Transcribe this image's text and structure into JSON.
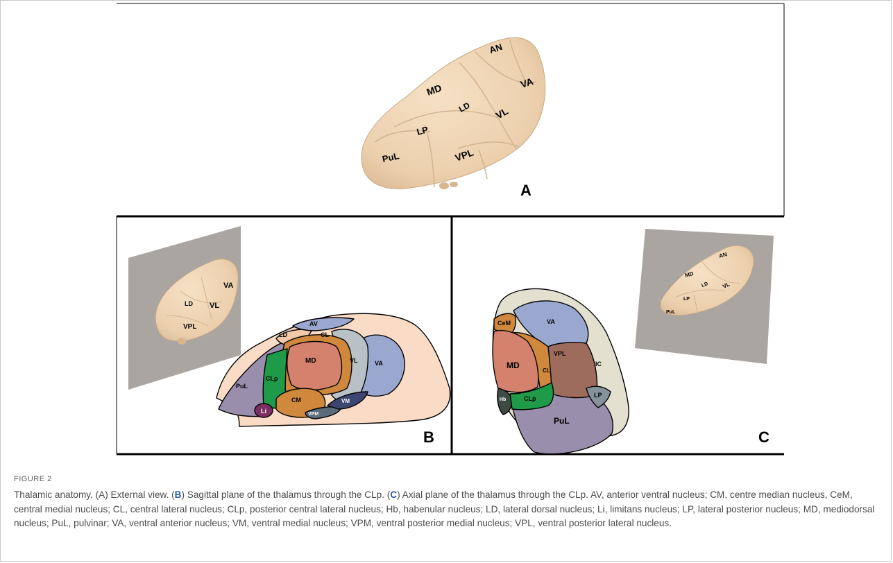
{
  "panel_a": {
    "letter": "A",
    "labels": {
      "an": "AN",
      "md": "MD",
      "va": "VA",
      "ld": "LD",
      "vl": "VL",
      "lp": "LP",
      "pul": "PuL",
      "vpl": "VPL"
    }
  },
  "panel_b": {
    "letter": "B",
    "inset_labels": {
      "ld": "LD",
      "va": "VA",
      "vl": "VL",
      "vpl": "VPL"
    },
    "labels": {
      "av": "AV",
      "ld": "LD",
      "cl": "CL",
      "md": "MD",
      "vl": "VL",
      "va": "VA",
      "pul": "PuL",
      "clp": "CLp",
      "cm": "CM",
      "vm": "VM",
      "vpm": "VPM",
      "li": "Li"
    }
  },
  "panel_c": {
    "letter": "C",
    "inset_labels": {
      "an": "AN",
      "md": "MD",
      "ld": "LD",
      "vl": "VL",
      "lp": "LP",
      "pul": "PuL"
    },
    "labels": {
      "va": "VA",
      "cem": "CeM",
      "md": "MD",
      "vpl": "VPL",
      "cl": "CL",
      "ic": "IC",
      "hb": "Hb",
      "clp": "CLp",
      "lp": "LP",
      "pul": "PuL"
    }
  },
  "colors": {
    "thalamus_skin": "#ecd0ae",
    "inset_bg": "#aba5a1",
    "cortex": "#fadcc6",
    "pulvinar": "#9a8ead",
    "clp": "#1e9a48",
    "md": "#d4826e",
    "cl": "#d0883c",
    "vl": "#b9c0c6",
    "va": "#9aa8d0",
    "vm": "#3c4670",
    "vpm": "#5c6c7c",
    "li": "#7c2e62",
    "vpl": "#9e6c5c",
    "ic": "#e4e0d0",
    "lp": "#84929c",
    "hb": "#3e4a44",
    "caption_blue": "#2a5aa8"
  },
  "caption": {
    "label": "FIGURE 2",
    "p1": "Thalamic anatomy. (A) External view. (",
    "b": "B",
    "p2": ") Sagittal plane of the thalamus through the CLp. (",
    "c": "C",
    "p3": ") Axial plane of the thalamus through the CLp. AV, anterior ventral nucleus; CM, centre median nucleus, CeM, central medial nucleus; CL, central lateral nucleus; CLp, posterior central lateral nucleus; Hb, habenular nucleus; LD, lateral dorsal nucleus; Li, limitans nucleus; LP, lateral posterior nucleus; MD, mediodorsal nucleus; PuL, pulvinar; VA, ventral anterior nucleus; VM, ventral medial nucleus; VPM, ventral posterior medial nucleus; VPL, ventral posterior lateral nucleus."
  }
}
